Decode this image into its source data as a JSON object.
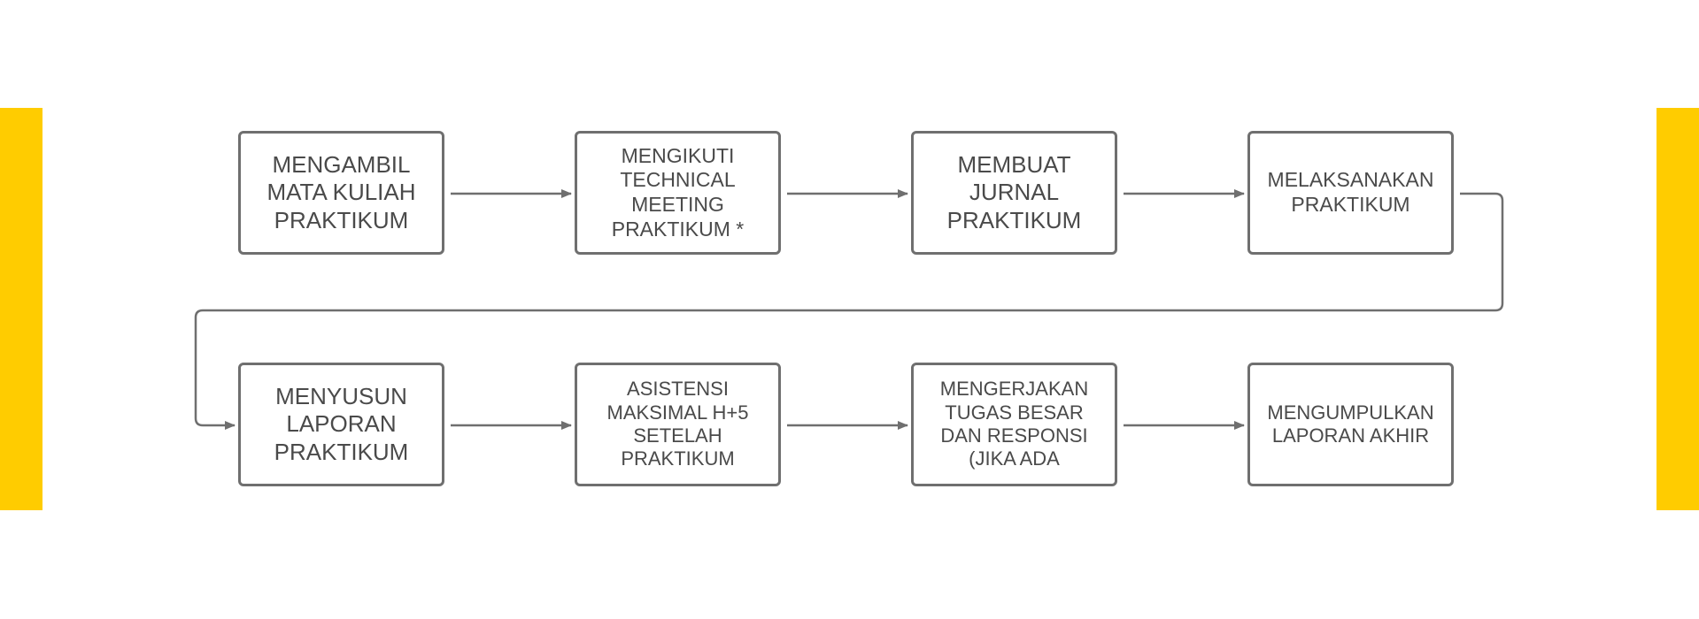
{
  "colors": {
    "accent": "#FFCC00",
    "box_border": "#6F6F6F",
    "arrow": "#6F6F6F",
    "text": "#4A4A4A"
  },
  "diagram": {
    "steps": [
      {
        "label": "MENGAMBIL\nMATA KULIAH\nPRAKTIKUM"
      },
      {
        "label": "MENGIKUTI\nTECHNICAL\nMEETING\nPRAKTIKUM *"
      },
      {
        "label": "MEMBUAT\nJURNAL\nPRAKTIKUM"
      },
      {
        "label": "MELAKSANAKAN\nPRAKTIKUM"
      },
      {
        "label": "MENYUSUN\nLAPORAN\nPRAKTIKUM"
      },
      {
        "label": "ASISTENSI\nMAKSIMAL H+5\nSETELAH\nPRAKTIKUM"
      },
      {
        "label": "MENGERJAKAN\nTUGAS BESAR\nDAN RESPONSI\n(JIKA ADA"
      },
      {
        "label": "MENGUMPULKAN\nLAPORAN AKHIR"
      }
    ],
    "flow": [
      {
        "from": 0,
        "to": 1
      },
      {
        "from": 1,
        "to": 2
      },
      {
        "from": 2,
        "to": 3
      },
      {
        "from": 3,
        "to": 4
      },
      {
        "from": 4,
        "to": 5
      },
      {
        "from": 5,
        "to": 6
      },
      {
        "from": 6,
        "to": 7
      }
    ]
  }
}
